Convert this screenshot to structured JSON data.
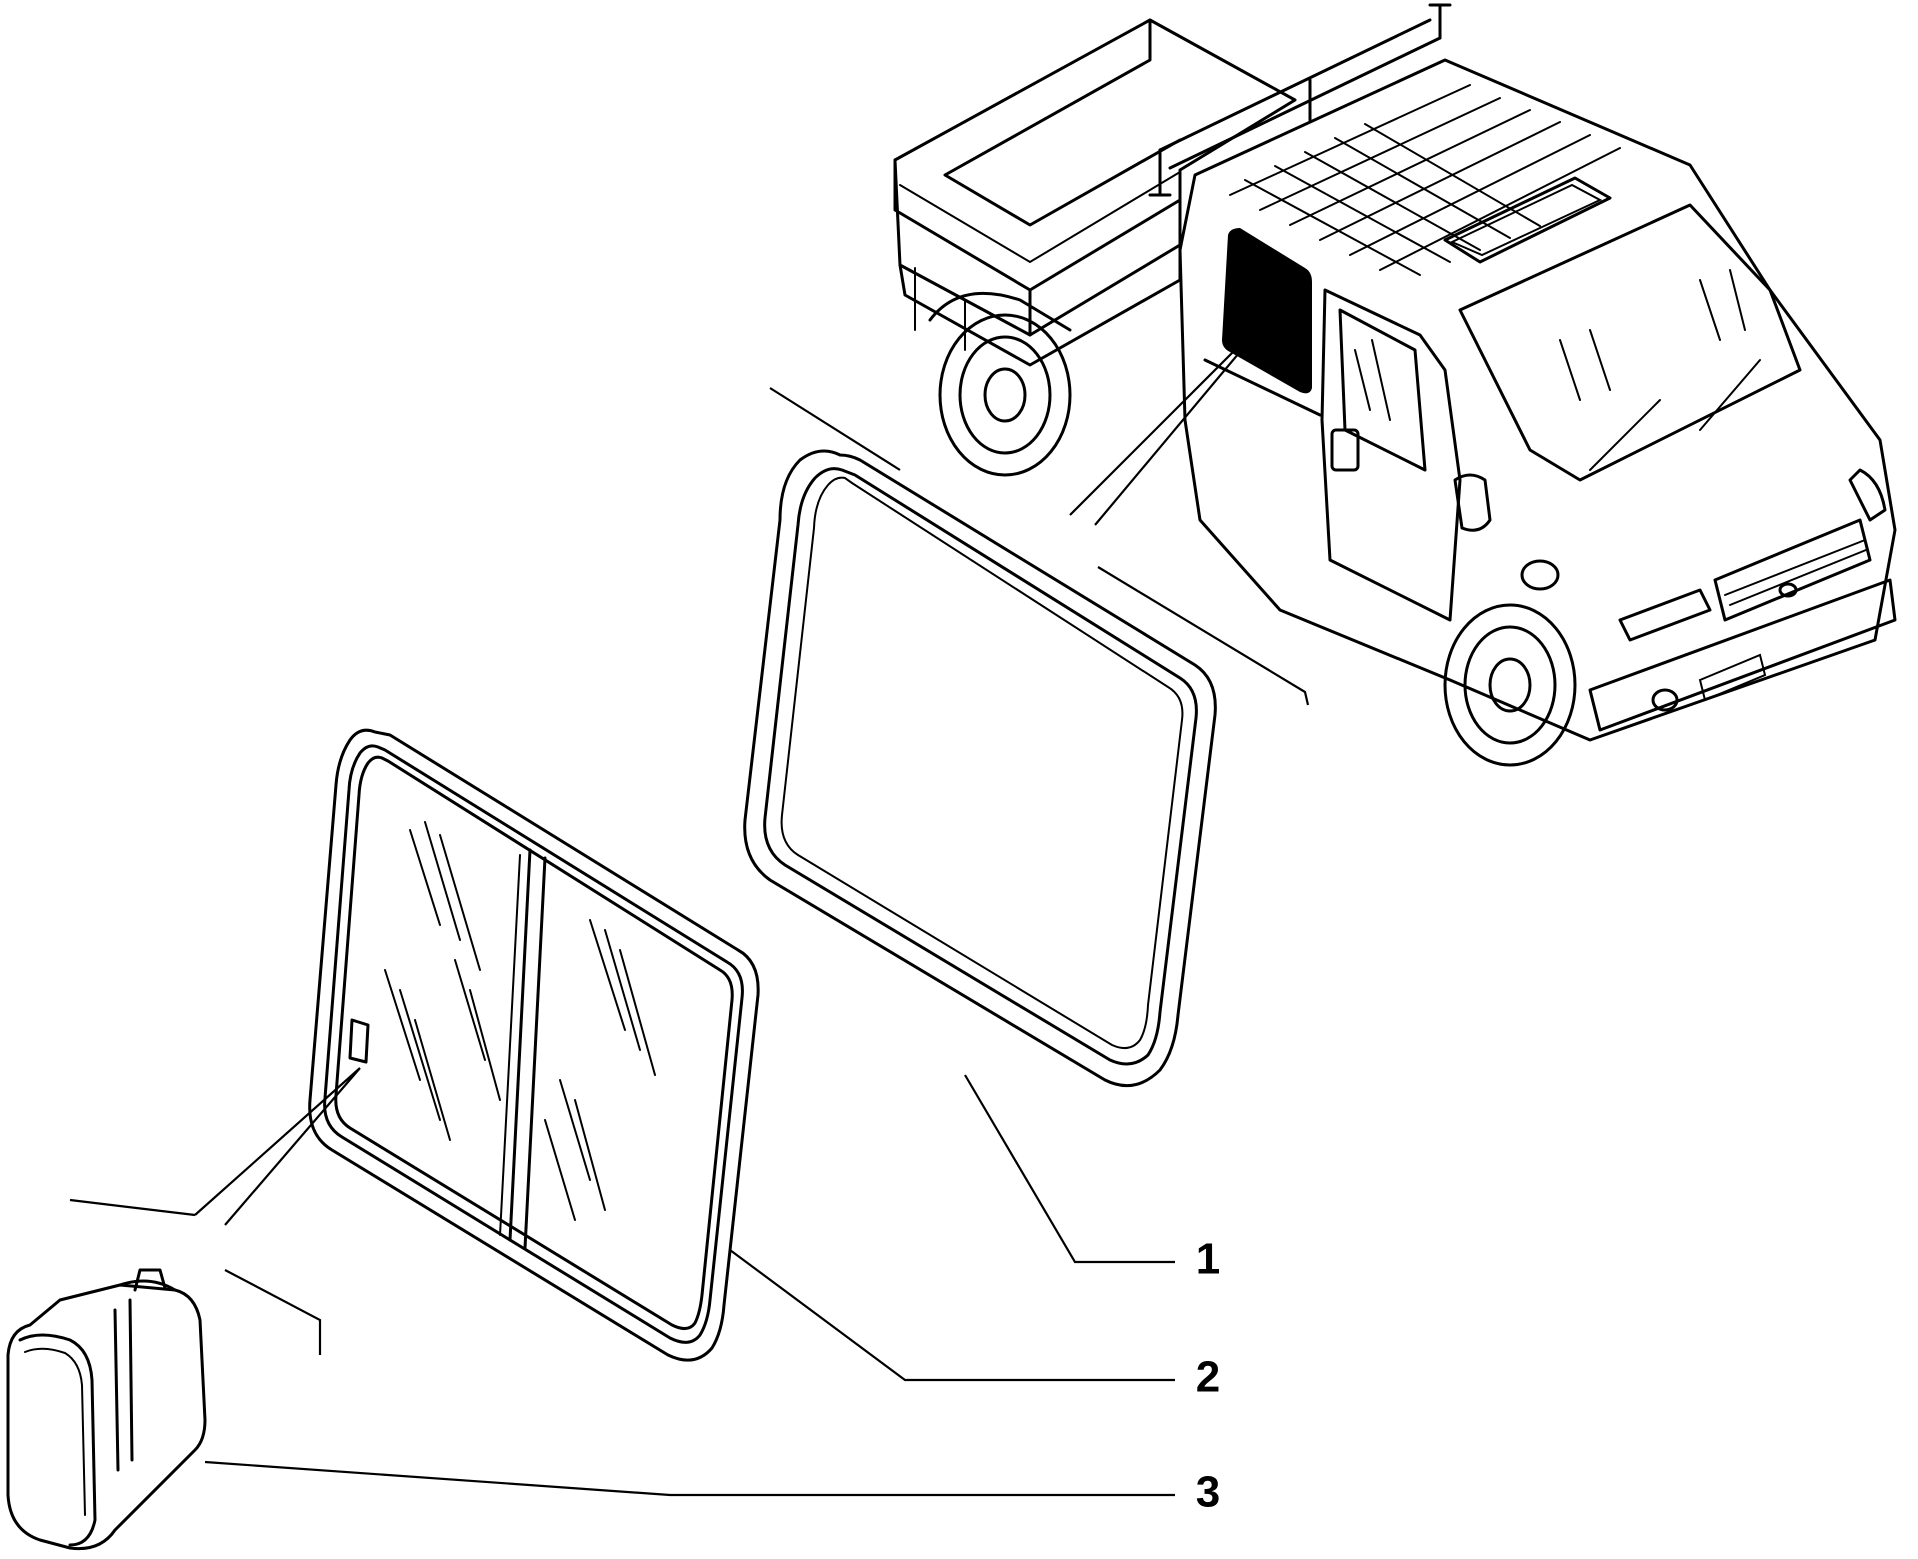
{
  "callouts": [
    {
      "id": "window-seal",
      "label": "1"
    },
    {
      "id": "sliding-window-glass",
      "label": "2"
    },
    {
      "id": "window-latch",
      "label": "3"
    }
  ],
  "colors": {
    "line": "#000000",
    "background": "#ffffff",
    "highlight": "#000000"
  }
}
